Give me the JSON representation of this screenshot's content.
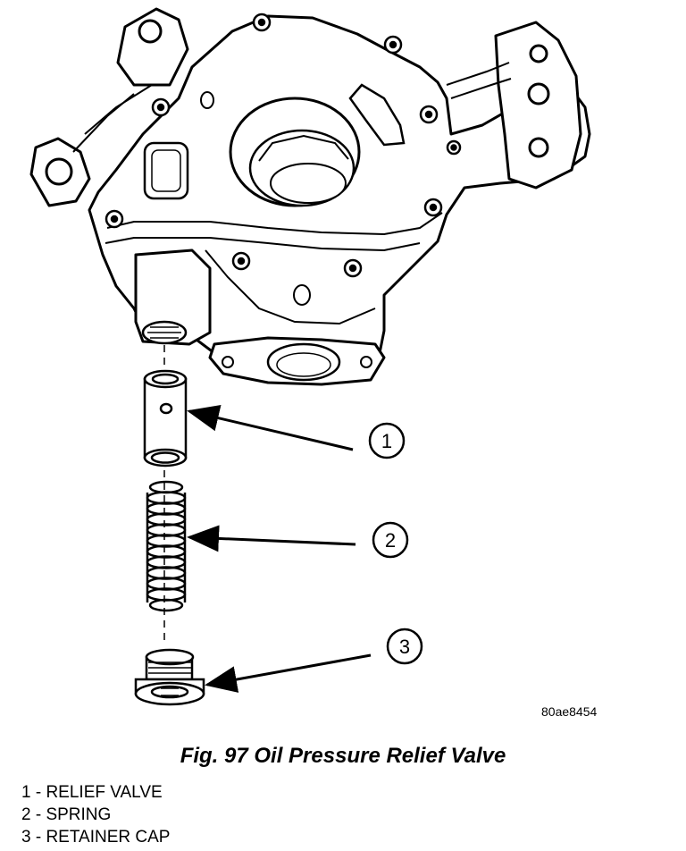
{
  "figure": {
    "reference_code": "80ae8454",
    "caption": "Fig. 97 Oil Pressure Relief Valve",
    "callouts": [
      {
        "number": "1",
        "label": "1 - RELIEF VALVE"
      },
      {
        "number": "2",
        "label": "2 - SPRING"
      },
      {
        "number": "3",
        "label": "3 - RETAINER CAP"
      }
    ]
  }
}
